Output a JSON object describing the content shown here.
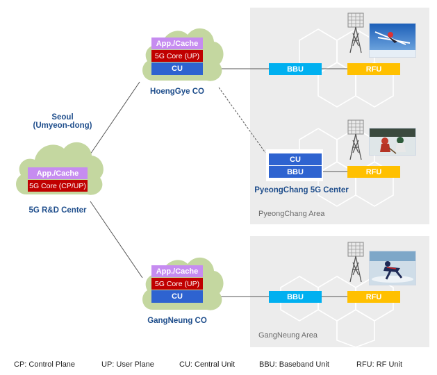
{
  "areas": {
    "pyeongchang": "PyeongChang Area",
    "gangneung": "GangNeung Area"
  },
  "seoul": {
    "title_line1": "Seoul",
    "title_line2": "(Umyeon-dong)",
    "app": "App./Cache",
    "core": "5G Core (CP/UP)",
    "name": "5G R&D Center"
  },
  "hoenggye": {
    "app": "App./Cache",
    "core": "5G Core (UP)",
    "cu": "CU",
    "name": "HoengGye CO",
    "bbu": "BBU",
    "rfu": "RFU"
  },
  "pyeongchang_center": {
    "cu": "CU",
    "bbu": "BBU",
    "rfu": "RFU",
    "name": "PyeongChang 5G Center"
  },
  "gangneung": {
    "app": "App./Cache",
    "core": "5G Core (UP)",
    "cu": "CU",
    "name": "GangNeung CO",
    "bbu": "BBU",
    "rfu": "RFU"
  },
  "legend": [
    "CP: Control Plane",
    "UP: User Plane",
    "CU: Central Unit",
    "BBU: Baseband Unit",
    "RFU: RF Unit"
  ],
  "colors": {
    "app": "#c68cf0",
    "core": "#c00000",
    "cu": "#2e63d0",
    "bbu": "#00b0f0",
    "rfu": "#ffc000",
    "cloud": "#c4d7a0",
    "area": "#ececec",
    "label": "#1f4e8c"
  },
  "icons": [
    "cloud-icon",
    "cell-tower-icon",
    "ski-jump-photo",
    "hockey-photo",
    "speed-skating-photo"
  ]
}
